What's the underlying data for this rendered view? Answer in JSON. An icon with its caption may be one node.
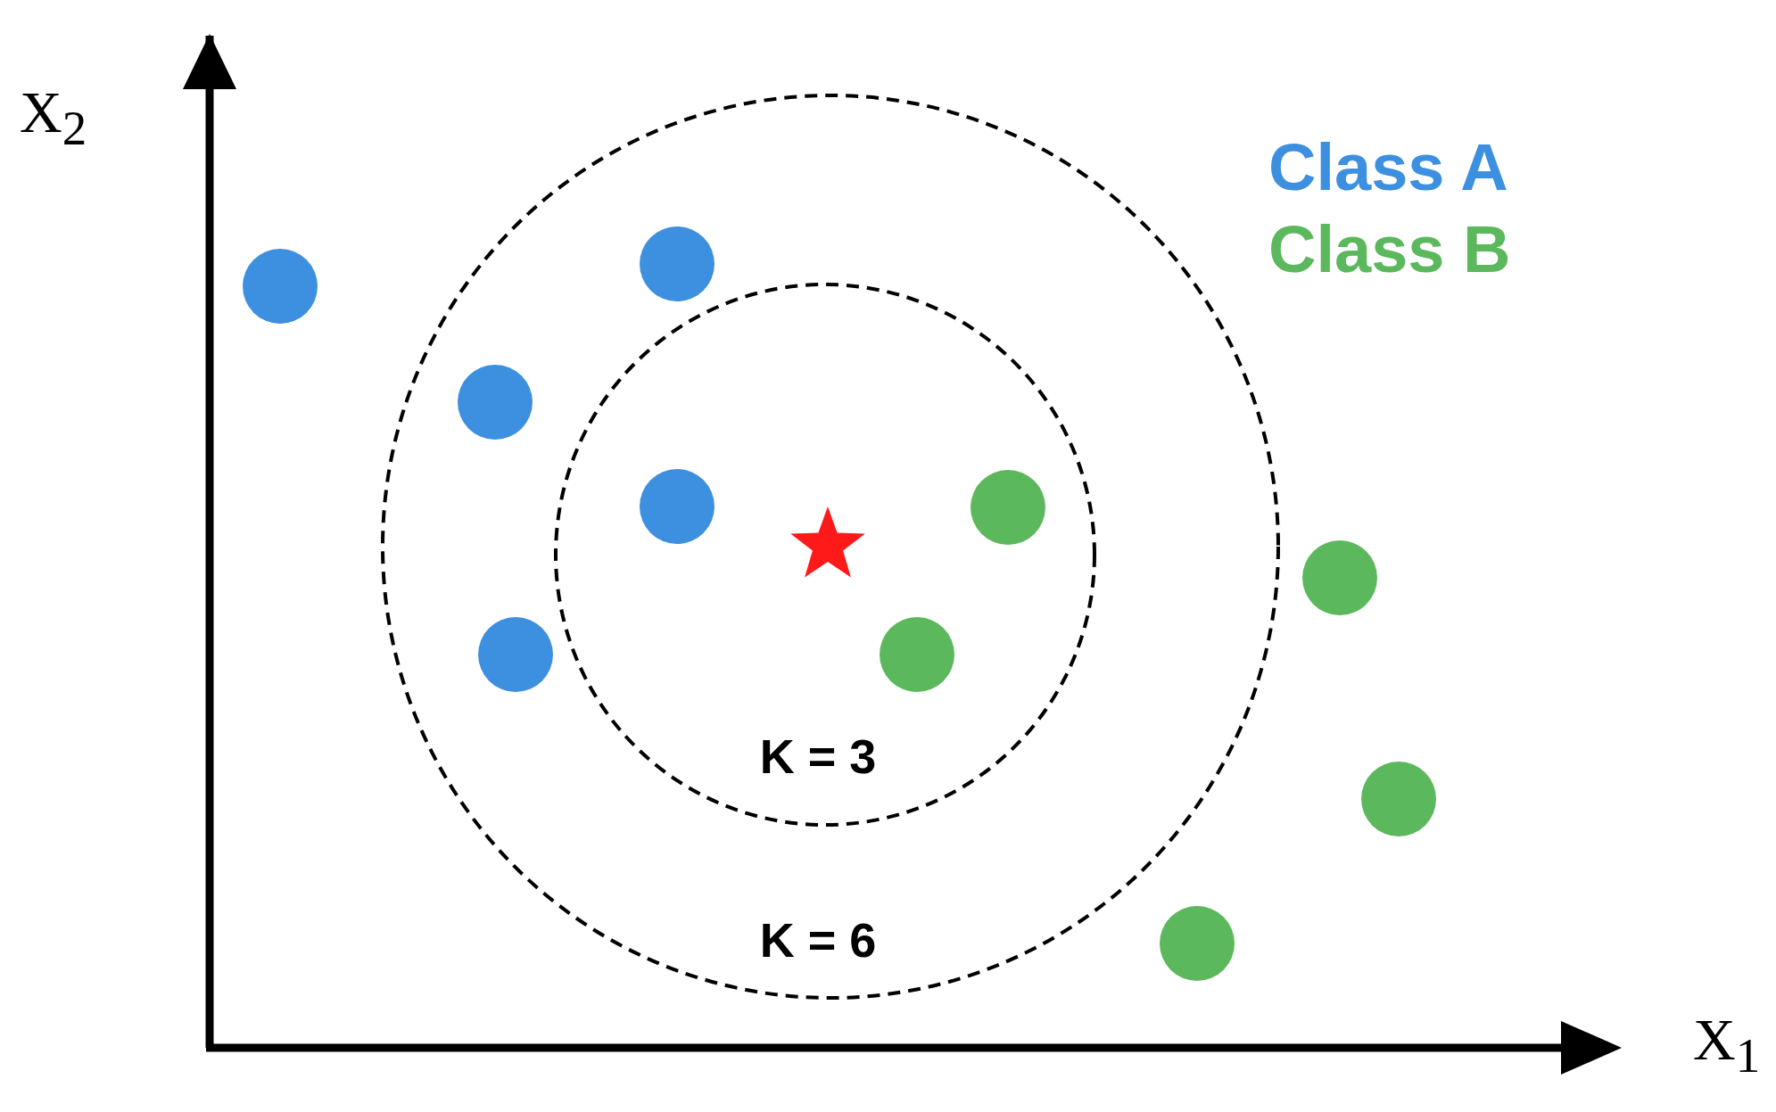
{
  "diagram": {
    "nodes": [
      {
        "text": [
          "K = 6"
        ]
      },
      {
        "text": [
          "K = 3"
        ],
        "in": 0
      }
    ],
    "labels": [
      "X$_{2}$",
      "X$_{1}$"
    ],
    "legend": [
      {
        "text": "Class A",
        "color": "#3d8fe0"
      },
      {
        "text": "Class B",
        "color": "#5cb85c"
      }
    ]
  }
}
